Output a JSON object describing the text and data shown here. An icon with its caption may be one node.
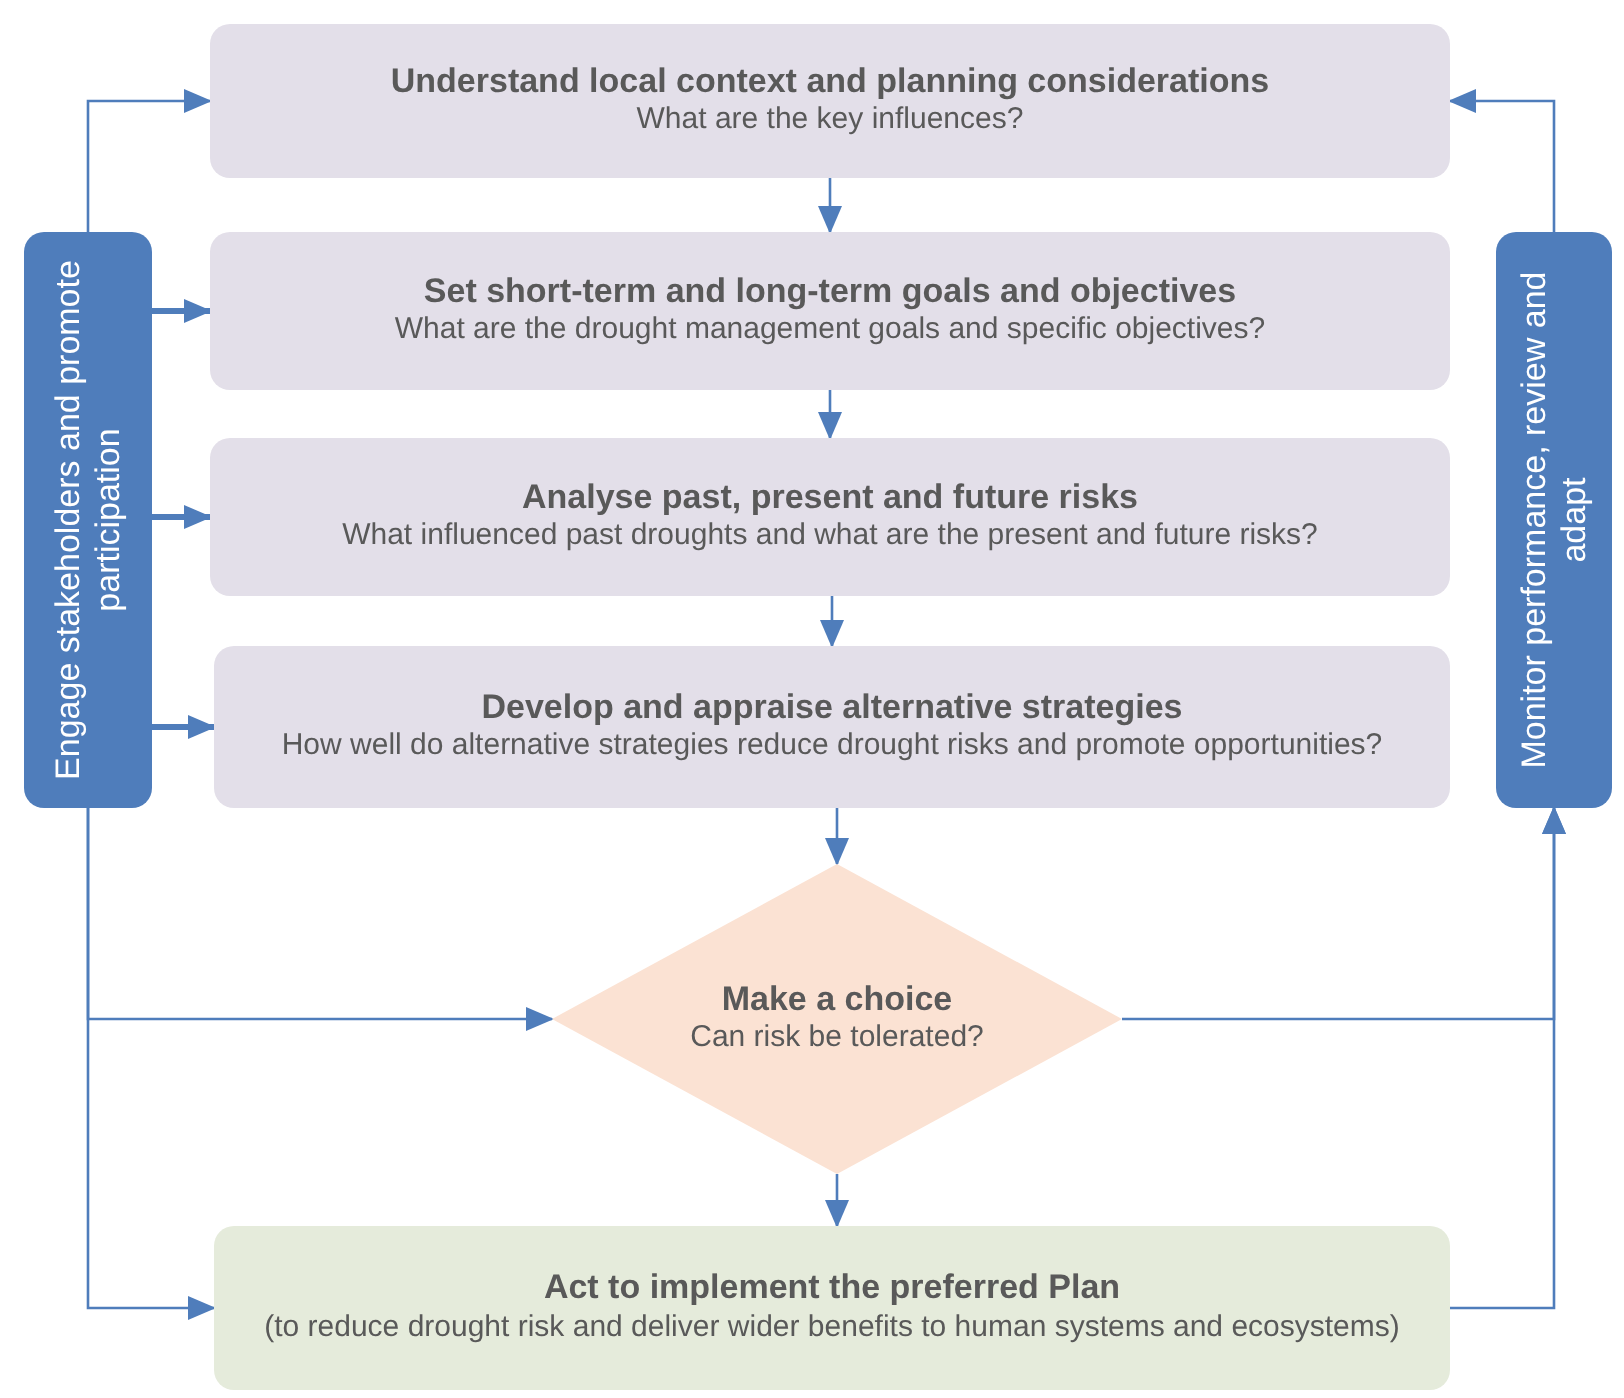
{
  "diagram": {
    "nodes": [
      {
        "text": [
          "Engage stakeholders and promote participation"
        ]
      },
      {
        "text": [
          "Understand local context and planning considerations",
          "What are the key influences?"
        ]
      },
      {
        "text": [
          "Set short-term and long-term goals and objectives",
          "What are the drought management goals and specific objectives?"
        ]
      },
      {
        "text": [
          "Analyse past, present and future risks",
          "What influenced past droughts and what are the present and future risks?"
        ]
      },
      {
        "text": [
          "Develop and appraise alternative strategies",
          "How well do alternative strategies reduce drought risks and promote opportunities?"
        ]
      },
      {
        "text": [
          "Make a choice",
          "Can risk be tolerated?"
        ]
      },
      {
        "text": [
          "Act to implement the preferred Plan",
          "(to reduce drought risk and deliver wider benefits to human systems and ecosystems)"
        ]
      },
      {
        "text": [
          "Monitor performance, review and adapt"
        ]
      }
    ],
    "edges": [
      {
        "from": 0,
        "to": 1,
        "arrow": "to"
      },
      {
        "from": 0,
        "to": 2,
        "arrow": "to",
        "style": "thick"
      },
      {
        "from": 0,
        "to": 3,
        "arrow": "to",
        "style": "thick"
      },
      {
        "from": 0,
        "to": 4,
        "arrow": "to",
        "style": "thick"
      },
      {
        "from": 0,
        "to": 5,
        "arrow": "to"
      },
      {
        "from": 0,
        "to": 6,
        "arrow": "to"
      },
      {
        "from": 1,
        "to": 2,
        "arrow": "to"
      },
      {
        "from": 2,
        "to": 3,
        "arrow": "to"
      },
      {
        "from": 3,
        "to": 4,
        "arrow": "to"
      },
      {
        "from": 4,
        "to": 5,
        "arrow": "to"
      },
      {
        "from": 5,
        "to": 6,
        "arrow": "to"
      },
      {
        "from": 5,
        "to": 7,
        "arrow": "to"
      },
      {
        "from": 6,
        "to": 7,
        "arrow": "to"
      },
      {
        "from": 7,
        "to": 1,
        "arrow": "to"
      }
    ]
  }
}
